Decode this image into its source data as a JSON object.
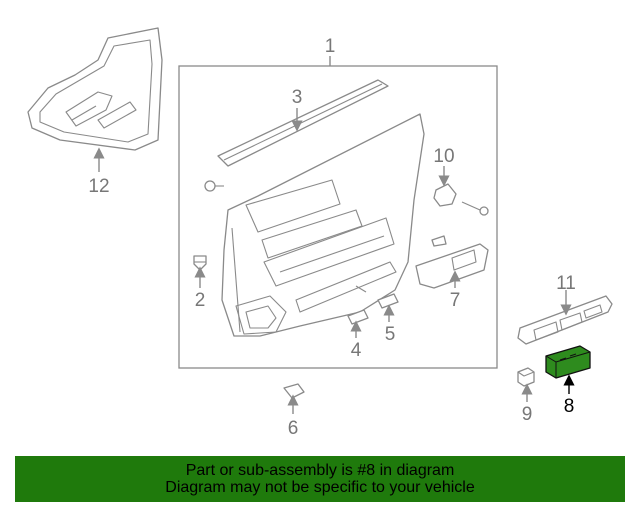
{
  "callouts": {
    "c1": "1",
    "c2": "2",
    "c3": "3",
    "c4": "4",
    "c5": "5",
    "c6": "6",
    "c7": "7",
    "c8": "8",
    "c9": "9",
    "c10": "10",
    "c11": "11",
    "c12": "12"
  },
  "banner": {
    "line1": "Part or sub-assembly is #8 in diagram",
    "line2": "Diagram may not be specific to your vehicle"
  },
  "colors": {
    "banner": "#1f7a0c",
    "highlight_part": "#2e8b1e",
    "line": "#8a8a8a"
  }
}
